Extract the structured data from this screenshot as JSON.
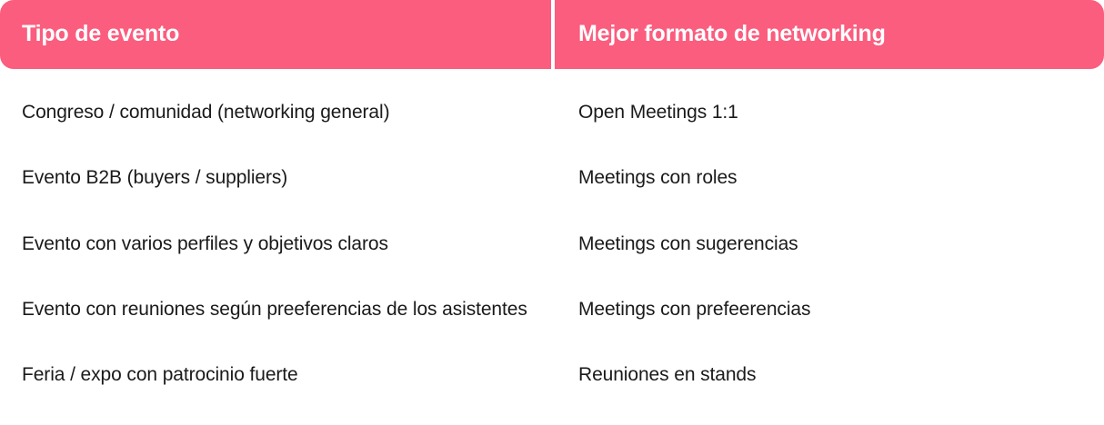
{
  "table": {
    "accent_color": "#fb5d7e",
    "header_text_color": "#ffffff",
    "body_text_color": "#1a1a1a",
    "columns": [
      {
        "label": "Tipo de evento"
      },
      {
        "label": "Mejor formato de networking"
      }
    ],
    "rows": [
      {
        "event_type": "Congreso / comunidad (networking general)",
        "format": "Open Meetings 1:1"
      },
      {
        "event_type": "Evento B2B (buyers / suppliers)",
        "format": "Meetings con roles"
      },
      {
        "event_type": "Evento con varios perfiles y objetivos claros",
        "format": "Meetings con sugerencias"
      },
      {
        "event_type": "Evento con reuniones según preeferencias de los asistentes",
        "format": "Meetings con prefeerencias"
      },
      {
        "event_type": "Feria / expo con patrocinio fuerte",
        "format": "Reuniones en stands"
      }
    ]
  }
}
